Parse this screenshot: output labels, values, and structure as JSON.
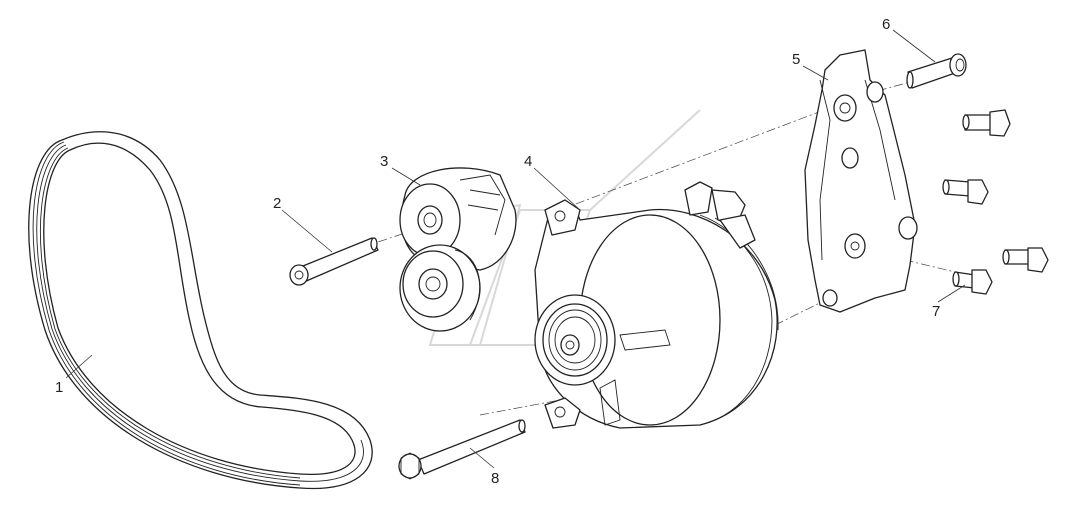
{
  "callouts": {
    "c1": "1",
    "c2": "2",
    "c3": "3",
    "c4": "4",
    "c5": "5",
    "c6": "6",
    "c7": "7",
    "c8": "8"
  },
  "parts": [
    {
      "id": "1",
      "name": "drive-belt"
    },
    {
      "id": "2",
      "name": "tensioner-bolt"
    },
    {
      "id": "3",
      "name": "belt-tensioner"
    },
    {
      "id": "4",
      "name": "alternator"
    },
    {
      "id": "5",
      "name": "alternator-bracket"
    },
    {
      "id": "6",
      "name": "bracket-upper-bolt"
    },
    {
      "id": "7",
      "name": "bracket-bolt"
    },
    {
      "id": "8",
      "name": "alternator-long-bolt"
    }
  ],
  "colors": {
    "line": "#222222",
    "background": "#ffffff",
    "watermark": "#d8d8d8"
  }
}
